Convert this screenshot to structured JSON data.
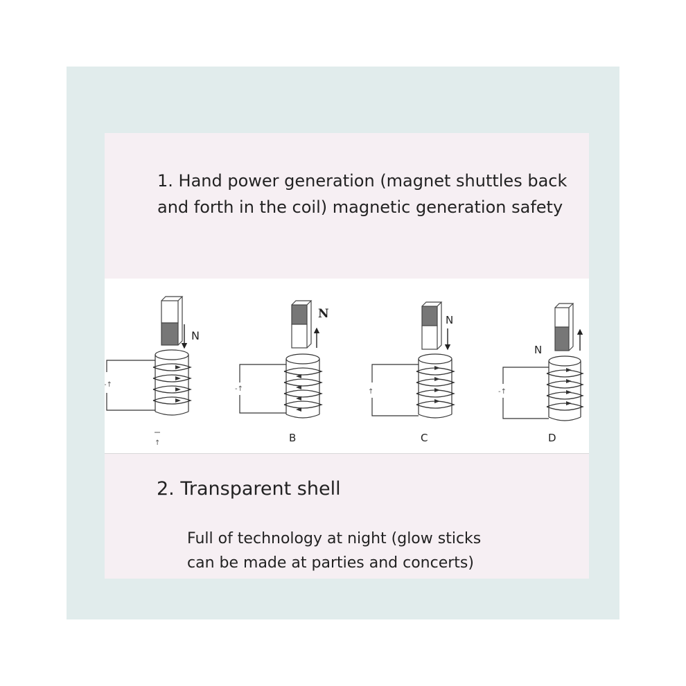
{
  "section1": {
    "title": "1. Hand power generation (magnet shuttles back and forth in the coil) magnetic generation safety"
  },
  "diagram": {
    "panels": [
      {
        "caption": "",
        "pole_label": "N",
        "magnet_motion": "down"
      },
      {
        "caption": "B",
        "pole_label": "N",
        "magnet_motion": "up"
      },
      {
        "caption": "C",
        "pole_label": "N",
        "magnet_motion": "down"
      },
      {
        "caption": "D",
        "pole_label": "N",
        "magnet_motion": "up"
      }
    ]
  },
  "section2": {
    "title": "2. Transparent shell",
    "body": "Full of technology at night (glow sticks can be made at parties and concerts)"
  }
}
